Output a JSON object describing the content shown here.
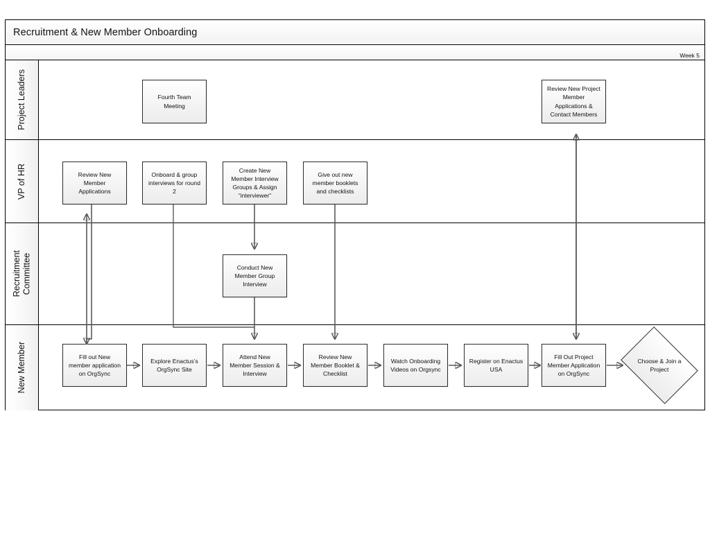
{
  "diagram": {
    "title": "Recruitment & New Member Onboarding",
    "phase_label": "Week 5",
    "type": "swimlane-flowchart"
  },
  "lanes": [
    {
      "id": "project-leaders",
      "label": "Project Leaders"
    },
    {
      "id": "vp-of-hr",
      "label": "VP of HR"
    },
    {
      "id": "recruitment-committee",
      "label": "Recruitment\nCommittee"
    },
    {
      "id": "new-member",
      "label": "New Member"
    }
  ],
  "nodes": {
    "fourth_team_meeting": "Fourth Team\nMeeting",
    "review_new_project_member": "Review New Project\nMember\nApplications &\nContact Members",
    "review_new_member_applications": "Review New\nMember\nApplications",
    "onboard_group_interviews": "Onboard & group\ninterviews for round\n2",
    "create_interview_groups": "Create New\nMember Interview\nGroups & Assign\n“interviewer”",
    "give_out_booklets": "Give out new\nmember booklets\nand checklists",
    "conduct_group_interview": "Conduct New\nMember Group\nInterview",
    "fill_out_new_member_application": "Fill out New\nmember application\non OrgSync",
    "explore_orgsync_site": "Explore Enactus’s\nOrgSync Site",
    "attend_new_member_session": "Attend New\nMember Session &\nInterview",
    "review_booklet_checklist": "Review New\nMember Booklet &\nChecklist",
    "watch_onboarding_videos": "Watch Onboarding\nVideos on Orgsync",
    "register_enactus_usa": "Register on Enactus\nUSA",
    "fill_out_project_application": "Fill Out Project\nMember Application\non OrgSync",
    "choose_join_project": "Choose & Join a\nProject"
  },
  "colors": {
    "node_border": "#2b2b2b",
    "node_fill": "#f2f2f2",
    "connector": "#595959",
    "frame_border": "#000000"
  }
}
